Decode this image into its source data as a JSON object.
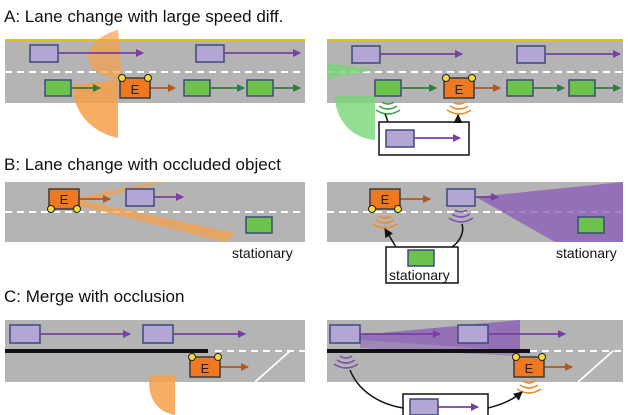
{
  "sections": [
    {
      "title": "A: Lane change with large speed diff."
    },
    {
      "title": "B: Lane change with occluded object"
    },
    {
      "title": "C: Merge with occlusion"
    }
  ],
  "labels": {
    "ego": "E",
    "stationary": "stationary"
  },
  "colors": {
    "road": "#b4b4b4",
    "road_edge_top": "#e8c20a",
    "ego_fill": "#f07820",
    "ego_stroke": "#3a3a3a",
    "wheel": "#f5dc3c",
    "purple_car": "#b4a6d4",
    "purple_arrow": "#7a3fa0",
    "green_car": "#6cc24a",
    "green_arrow": "#2e7d3a",
    "ego_arrow": "#b5561a",
    "orange_fov": "#f5a04a",
    "green_fov": "#78d678",
    "purple_fov": "#8a5ab8",
    "signal_orange": "#f08a24",
    "signal_purple": "#7a4fb0",
    "signal_green": "#3aa64a"
  }
}
